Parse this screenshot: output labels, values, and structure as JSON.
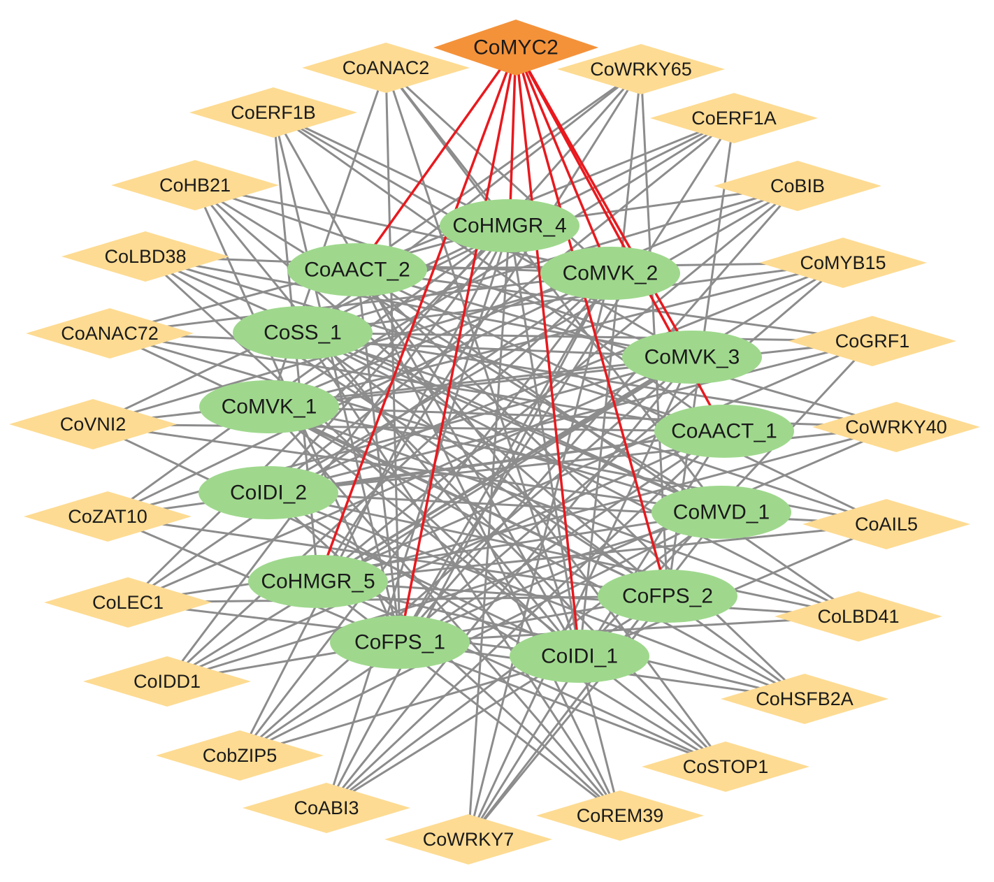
{
  "colors": {
    "hub_fill": "#f4923a",
    "tf_fill": "#fddb92",
    "gene_fill": "#9fd88d",
    "edge_gray": "#8c8c8c",
    "edge_red": "#e8191e",
    "text": "#1a1a1a"
  },
  "hub": {
    "id": "hub",
    "label": "CoMYC2",
    "shape": "diamond"
  },
  "transcription_factors": [
    {
      "id": "tf1",
      "label": "CoANAC2"
    },
    {
      "id": "tf2",
      "label": "CoWRKY65"
    },
    {
      "id": "tf3",
      "label": "CoERF1B"
    },
    {
      "id": "tf4",
      "label": "CoERF1A"
    },
    {
      "id": "tf5",
      "label": "CoHB21"
    },
    {
      "id": "tf6",
      "label": "CoBIB"
    },
    {
      "id": "tf7",
      "label": "CoLBD38"
    },
    {
      "id": "tf8",
      "label": "CoMYB15"
    },
    {
      "id": "tf9",
      "label": "CoANAC72"
    },
    {
      "id": "tf10",
      "label": "CoGRF1"
    },
    {
      "id": "tf11",
      "label": "CoVNI2"
    },
    {
      "id": "tf12",
      "label": "CoWRKY40"
    },
    {
      "id": "tf13",
      "label": "CoZAT10"
    },
    {
      "id": "tf14",
      "label": "CoAIL5"
    },
    {
      "id": "tf15",
      "label": "CoLEC1"
    },
    {
      "id": "tf16",
      "label": "CoLBD41"
    },
    {
      "id": "tf17",
      "label": "CoIDD1"
    },
    {
      "id": "tf18",
      "label": "CoHSFB2A"
    },
    {
      "id": "tf19",
      "label": "CobZIP5"
    },
    {
      "id": "tf20",
      "label": "CoSTOP1"
    },
    {
      "id": "tf21",
      "label": "CoABI3"
    },
    {
      "id": "tf22",
      "label": "CoREM39"
    },
    {
      "id": "tf23",
      "label": "CoWRKY7"
    }
  ],
  "genes": [
    {
      "id": "g1",
      "label": "CoHMGR_4"
    },
    {
      "id": "g2",
      "label": "CoAACT_2"
    },
    {
      "id": "g3",
      "label": "CoMVK_2"
    },
    {
      "id": "g4",
      "label": "CoSS_1"
    },
    {
      "id": "g5",
      "label": "CoMVK_3"
    },
    {
      "id": "g6",
      "label": "CoMVK_1"
    },
    {
      "id": "g7",
      "label": "CoAACT_1"
    },
    {
      "id": "g8",
      "label": "CoIDI_2"
    },
    {
      "id": "g9",
      "label": "CoMVD_1"
    },
    {
      "id": "g10",
      "label": "CoHMGR_5"
    },
    {
      "id": "g11",
      "label": "CoFPS_2"
    },
    {
      "id": "g12",
      "label": "CoFPS_1"
    },
    {
      "id": "g13",
      "label": "CoIDI_1"
    }
  ],
  "red_edges": [
    [
      "hub",
      "g1"
    ],
    [
      "hub",
      "g2"
    ],
    [
      "hub",
      "g3"
    ],
    [
      "hub",
      "g5"
    ],
    [
      "hub",
      "g7"
    ],
    [
      "hub",
      "g10"
    ],
    [
      "hub",
      "g11"
    ],
    [
      "hub",
      "g12"
    ],
    [
      "hub",
      "g13"
    ]
  ],
  "gray_edges": [
    [
      "tf1",
      "g1"
    ],
    [
      "tf1",
      "g3"
    ],
    [
      "tf1",
      "g6"
    ],
    [
      "tf1",
      "g9"
    ],
    [
      "tf1",
      "g12"
    ],
    [
      "tf1",
      "g13"
    ],
    [
      "tf2",
      "g2"
    ],
    [
      "tf2",
      "g4"
    ],
    [
      "tf2",
      "g8"
    ],
    [
      "tf2",
      "g11"
    ],
    [
      "tf2",
      "g13"
    ],
    [
      "tf2",
      "g10"
    ],
    [
      "tf3",
      "g1"
    ],
    [
      "tf3",
      "g5"
    ],
    [
      "tf3",
      "g7"
    ],
    [
      "tf3",
      "g10"
    ],
    [
      "tf3",
      "g12"
    ],
    [
      "tf3",
      "g13"
    ],
    [
      "tf4",
      "g2"
    ],
    [
      "tf4",
      "g4"
    ],
    [
      "tf4",
      "g6"
    ],
    [
      "tf4",
      "g8"
    ],
    [
      "tf4",
      "g11"
    ],
    [
      "tf4",
      "g12"
    ],
    [
      "tf5",
      "g3"
    ],
    [
      "tf5",
      "g5"
    ],
    [
      "tf5",
      "g9"
    ],
    [
      "tf5",
      "g11"
    ],
    [
      "tf5",
      "g13"
    ],
    [
      "tf5",
      "g12"
    ],
    [
      "tf6",
      "g1"
    ],
    [
      "tf6",
      "g4"
    ],
    [
      "tf6",
      "g6"
    ],
    [
      "tf6",
      "g8"
    ],
    [
      "tf6",
      "g10"
    ],
    [
      "tf6",
      "g12"
    ],
    [
      "tf7",
      "g3"
    ],
    [
      "tf7",
      "g5"
    ],
    [
      "tf7",
      "g7"
    ],
    [
      "tf7",
      "g9"
    ],
    [
      "tf7",
      "g11"
    ],
    [
      "tf7",
      "g13"
    ],
    [
      "tf8",
      "g2"
    ],
    [
      "tf8",
      "g4"
    ],
    [
      "tf8",
      "g6"
    ],
    [
      "tf8",
      "g8"
    ],
    [
      "tf8",
      "g10"
    ],
    [
      "tf8",
      "g12"
    ],
    [
      "tf9",
      "g1"
    ],
    [
      "tf9",
      "g3"
    ],
    [
      "tf9",
      "g5"
    ],
    [
      "tf9",
      "g7"
    ],
    [
      "tf9",
      "g9"
    ],
    [
      "tf9",
      "g11"
    ],
    [
      "tf10",
      "g2"
    ],
    [
      "tf10",
      "g4"
    ],
    [
      "tf10",
      "g6"
    ],
    [
      "tf10",
      "g8"
    ],
    [
      "tf10",
      "g10"
    ],
    [
      "tf10",
      "g13"
    ],
    [
      "tf11",
      "g1"
    ],
    [
      "tf11",
      "g3"
    ],
    [
      "tf11",
      "g5"
    ],
    [
      "tf11",
      "g7"
    ],
    [
      "tf11",
      "g9"
    ],
    [
      "tf11",
      "g13"
    ],
    [
      "tf12",
      "g2"
    ],
    [
      "tf12",
      "g4"
    ],
    [
      "tf12",
      "g6"
    ],
    [
      "tf12",
      "g8"
    ],
    [
      "tf12",
      "g10"
    ],
    [
      "tf12",
      "g12"
    ],
    [
      "tf13",
      "g1"
    ],
    [
      "tf13",
      "g3"
    ],
    [
      "tf13",
      "g5"
    ],
    [
      "tf13",
      "g7"
    ],
    [
      "tf13",
      "g11"
    ],
    [
      "tf13",
      "g12"
    ],
    [
      "tf14",
      "g2"
    ],
    [
      "tf14",
      "g4"
    ],
    [
      "tf14",
      "g6"
    ],
    [
      "tf14",
      "g8"
    ],
    [
      "tf14",
      "g10"
    ],
    [
      "tf14",
      "g13"
    ],
    [
      "tf15",
      "g1"
    ],
    [
      "tf15",
      "g3"
    ],
    [
      "tf15",
      "g5"
    ],
    [
      "tf15",
      "g9"
    ],
    [
      "tf15",
      "g11"
    ],
    [
      "tf15",
      "g13"
    ],
    [
      "tf16",
      "g2"
    ],
    [
      "tf16",
      "g4"
    ],
    [
      "tf16",
      "g6"
    ],
    [
      "tf16",
      "g8"
    ],
    [
      "tf16",
      "g10"
    ],
    [
      "tf16",
      "g12"
    ],
    [
      "tf17",
      "g1"
    ],
    [
      "tf17",
      "g3"
    ],
    [
      "tf17",
      "g5"
    ],
    [
      "tf17",
      "g7"
    ],
    [
      "tf17",
      "g9"
    ],
    [
      "tf17",
      "g11"
    ],
    [
      "tf18",
      "g2"
    ],
    [
      "tf18",
      "g4"
    ],
    [
      "tf18",
      "g6"
    ],
    [
      "tf18",
      "g8"
    ],
    [
      "tf18",
      "g10"
    ],
    [
      "tf18",
      "g12"
    ],
    [
      "tf19",
      "g1"
    ],
    [
      "tf19",
      "g3"
    ],
    [
      "tf19",
      "g5"
    ],
    [
      "tf19",
      "g7"
    ],
    [
      "tf19",
      "g9"
    ],
    [
      "tf19",
      "g13"
    ],
    [
      "tf20",
      "g2"
    ],
    [
      "tf20",
      "g4"
    ],
    [
      "tf20",
      "g6"
    ],
    [
      "tf20",
      "g8"
    ],
    [
      "tf20",
      "g10"
    ],
    [
      "tf20",
      "g12"
    ],
    [
      "tf21",
      "g1"
    ],
    [
      "tf21",
      "g3"
    ],
    [
      "tf21",
      "g5"
    ],
    [
      "tf21",
      "g7"
    ],
    [
      "tf21",
      "g9"
    ],
    [
      "tf21",
      "g11"
    ],
    [
      "tf22",
      "g2"
    ],
    [
      "tf22",
      "g4"
    ],
    [
      "tf22",
      "g6"
    ],
    [
      "tf22",
      "g8"
    ],
    [
      "tf22",
      "g10"
    ],
    [
      "tf22",
      "g13"
    ],
    [
      "tf23",
      "g1"
    ],
    [
      "tf23",
      "g3"
    ],
    [
      "tf23",
      "g5"
    ],
    [
      "tf23",
      "g7"
    ],
    [
      "tf23",
      "g9"
    ],
    [
      "tf23",
      "g11"
    ],
    [
      "g1",
      "g13"
    ],
    [
      "g2",
      "g12"
    ],
    [
      "g4",
      "g9"
    ],
    [
      "g6",
      "g11"
    ],
    [
      "g8",
      "g7"
    ],
    [
      "g10",
      "g5"
    ],
    [
      "g3",
      "g12"
    ]
  ]
}
